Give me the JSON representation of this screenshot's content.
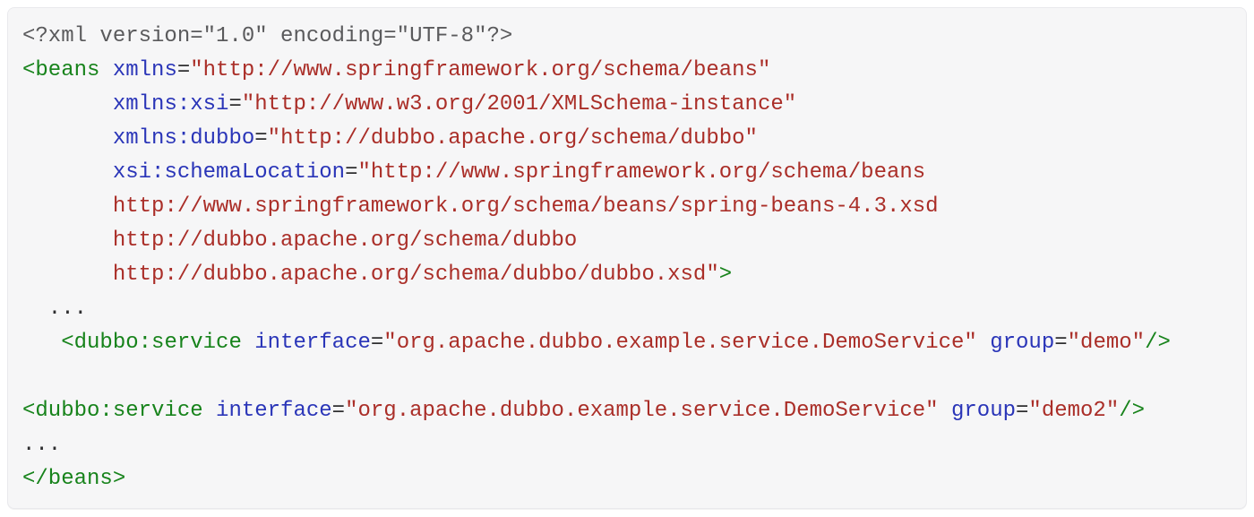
{
  "code_block": {
    "background": "#f6f6f7",
    "border_color": "#e9e9ed",
    "colors": {
      "meta": "#5a5a5c",
      "tag": "#17831b",
      "attr": "#2a35b8",
      "string": "#aa2e28",
      "plain": "#2e2e30"
    },
    "lines": [
      {
        "tokens": [
          {
            "c": "meta",
            "t": "<?xml version=\"1.0\" encoding=\"UTF-8\"?>"
          }
        ]
      },
      {
        "tokens": [
          {
            "c": "tag",
            "t": "<beans"
          },
          {
            "c": "plain",
            "t": " "
          },
          {
            "c": "attr",
            "t": "xmlns"
          },
          {
            "c": "plain",
            "t": "="
          },
          {
            "c": "string",
            "t": "\"http://www.springframework.org/schema/beans\""
          }
        ]
      },
      {
        "tokens": [
          {
            "c": "plain",
            "t": "       "
          },
          {
            "c": "attr",
            "t": "xmlns:xsi"
          },
          {
            "c": "plain",
            "t": "="
          },
          {
            "c": "string",
            "t": "\"http://www.w3.org/2001/XMLSchema-instance\""
          }
        ]
      },
      {
        "tokens": [
          {
            "c": "plain",
            "t": "       "
          },
          {
            "c": "attr",
            "t": "xmlns:dubbo"
          },
          {
            "c": "plain",
            "t": "="
          },
          {
            "c": "string",
            "t": "\"http://dubbo.apache.org/schema/dubbo\""
          }
        ]
      },
      {
        "tokens": [
          {
            "c": "plain",
            "t": "       "
          },
          {
            "c": "attr",
            "t": "xsi:schemaLocation"
          },
          {
            "c": "plain",
            "t": "="
          },
          {
            "c": "string",
            "t": "\"http://www.springframework.org/schema/beans"
          }
        ]
      },
      {
        "tokens": [
          {
            "c": "plain",
            "t": "       "
          },
          {
            "c": "string",
            "t": "http://www.springframework.org/schema/beans/spring-beans-4.3.xsd"
          }
        ]
      },
      {
        "tokens": [
          {
            "c": "plain",
            "t": "       "
          },
          {
            "c": "string",
            "t": "http://dubbo.apache.org/schema/dubbo"
          }
        ]
      },
      {
        "tokens": [
          {
            "c": "plain",
            "t": "       "
          },
          {
            "c": "string",
            "t": "http://dubbo.apache.org/schema/dubbo/dubbo.xsd\""
          },
          {
            "c": "tag",
            "t": ">"
          }
        ]
      },
      {
        "tokens": [
          {
            "c": "plain",
            "t": "  ..."
          }
        ]
      },
      {
        "tokens": [
          {
            "c": "plain",
            "t": "   "
          },
          {
            "c": "tag",
            "t": "<dubbo:service"
          },
          {
            "c": "plain",
            "t": " "
          },
          {
            "c": "attr",
            "t": "interface"
          },
          {
            "c": "plain",
            "t": "="
          },
          {
            "c": "string",
            "t": "\"org.apache.dubbo.example.service.DemoService\""
          },
          {
            "c": "plain",
            "t": " "
          },
          {
            "c": "attr",
            "t": "group"
          },
          {
            "c": "plain",
            "t": "="
          },
          {
            "c": "string",
            "t": "\"demo\""
          },
          {
            "c": "tag",
            "t": "/>"
          }
        ]
      },
      {
        "tokens": []
      },
      {
        "tokens": [
          {
            "c": "tag",
            "t": "<dubbo:service"
          },
          {
            "c": "plain",
            "t": " "
          },
          {
            "c": "attr",
            "t": "interface"
          },
          {
            "c": "plain",
            "t": "="
          },
          {
            "c": "string",
            "t": "\"org.apache.dubbo.example.service.DemoService\""
          },
          {
            "c": "plain",
            "t": " "
          },
          {
            "c": "attr",
            "t": "group"
          },
          {
            "c": "plain",
            "t": "="
          },
          {
            "c": "string",
            "t": "\"demo2\""
          },
          {
            "c": "tag",
            "t": "/>"
          }
        ]
      },
      {
        "tokens": [
          {
            "c": "plain",
            "t": "..."
          }
        ]
      },
      {
        "tokens": [
          {
            "c": "tag",
            "t": "</beans>"
          }
        ]
      }
    ]
  }
}
